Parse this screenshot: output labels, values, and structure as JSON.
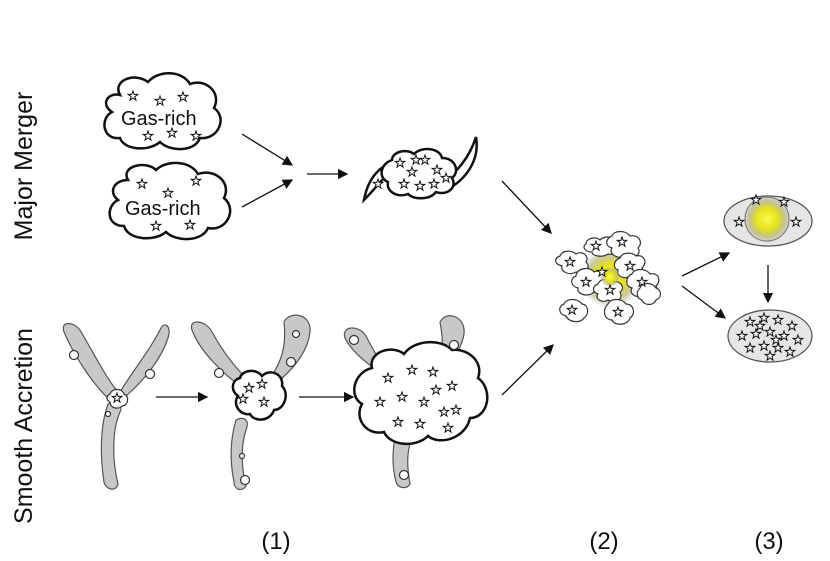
{
  "row_labels": {
    "major_merger": "Major Merger",
    "smooth_accretion": "Smooth Accretion"
  },
  "cloud_labels": {
    "upper": "Gas-rich",
    "lower": "Gas-rich"
  },
  "stage_labels": [
    "(1)",
    "(2)",
    "(3)"
  ],
  "colors": {
    "filament": "#c8c8c8",
    "core_glow": "#f2ef1a",
    "outline": "#111111"
  }
}
